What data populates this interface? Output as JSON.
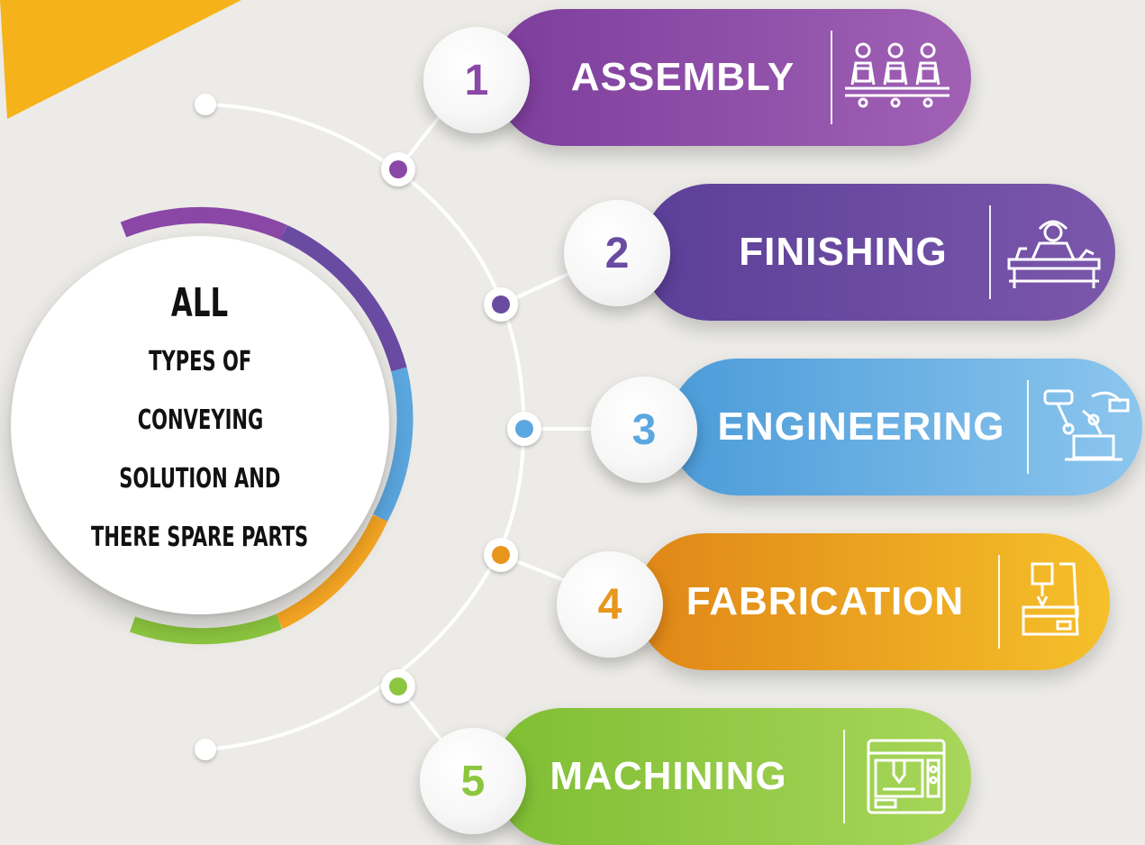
{
  "center": {
    "title": "ALL",
    "lines": [
      "TYPES OF",
      "CONVEYING",
      "SOLUTION AND",
      "THERE SPARE PARTS"
    ]
  },
  "steps": [
    {
      "number": "1",
      "label": "ASSEMBLY",
      "color": "#8a47a6",
      "icon": "assembly-workers-icon"
    },
    {
      "number": "2",
      "label": "FINISHING",
      "color": "#6a4ba2",
      "icon": "worker-at-bench-icon"
    },
    {
      "number": "3",
      "label": "ENGINEERING",
      "color": "#5ba7df",
      "icon": "robotic-arm-icon"
    },
    {
      "number": "4",
      "label": "FABRICATION",
      "color": "#e8961c",
      "icon": "drilling-machine-icon"
    },
    {
      "number": "5",
      "label": "MACHINING",
      "color": "#8cc63f",
      "icon": "cnc-machine-icon"
    }
  ],
  "colors": {
    "background": "#ecebe7",
    "corner_accent": "#f6b21b",
    "purple": "#8a47a6",
    "violet": "#6a4ba2",
    "blue": "#5ba7df",
    "orange": "#e8961c",
    "green": "#8cc63f"
  }
}
